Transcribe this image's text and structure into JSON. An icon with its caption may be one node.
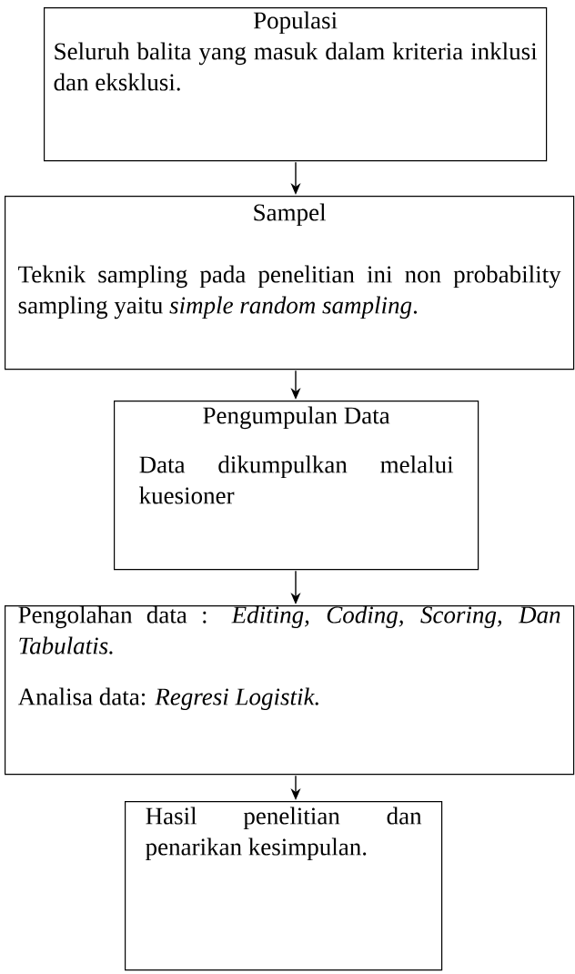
{
  "diagram": {
    "nodes": [
      {
        "text": [
          "Populasi",
          "Seluruh balita yang masuk dalam kriteria inklusi dan eksklusi."
        ]
      },
      {
        "text": [
          "Sampel",
          "Teknik sampling pada penelitian ini non probability sampling yaitu *simple random sampling*."
        ]
      },
      {
        "text": [
          "Pengumpulan Data",
          "Data dikumpulkan melalui kuesioner"
        ]
      },
      {
        "text": [
          "Pengolahan data : *Editing, Coding, Scoring, Dan Tabulatis.*",
          "Analisa data: *Regresi Logistik.*"
        ]
      },
      {
        "text": [
          "Hasil penelitian dan penarikan kesimpulan."
        ]
      }
    ],
    "edges": [
      {
        "from": 0,
        "to": 1,
        "arrow": "to"
      },
      {
        "from": 1,
        "to": 2,
        "arrow": "to"
      },
      {
        "from": 2,
        "to": 3,
        "arrow": "to"
      },
      {
        "from": 3,
        "to": 4,
        "arrow": "to"
      }
    ]
  }
}
